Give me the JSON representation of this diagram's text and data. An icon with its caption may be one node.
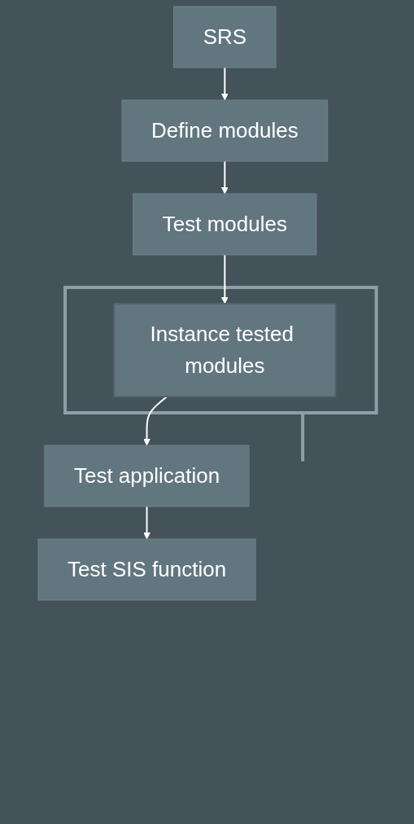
{
  "diagram": {
    "nodes": [
      {
        "text": [
          "SRS"
        ]
      },
      {
        "text": [
          "Define modules"
        ]
      },
      {
        "text": [
          "Test modules"
        ]
      },
      {
        "text": [],
        "shape": "box"
      },
      {
        "text": [
          "Instance tested modules"
        ],
        "in": 3
      },
      {
        "text": [
          "Test application"
        ]
      },
      {
        "text": [
          "Test SIS function"
        ]
      }
    ],
    "edges": [
      {
        "from": 0,
        "to": 1,
        "arrow": "to"
      },
      {
        "from": 1,
        "to": 2,
        "arrow": "to"
      },
      {
        "from": 2,
        "to": 4,
        "arrow": "to"
      },
      {
        "from": 4,
        "to": 5,
        "arrow": "to"
      },
      {
        "from": 5,
        "to": 6,
        "arrow": "to"
      },
      {
        "from": 3,
        "to": null,
        "arrow": "none",
        "style": "thick",
        "color": "#8da0a8"
      }
    ]
  }
}
